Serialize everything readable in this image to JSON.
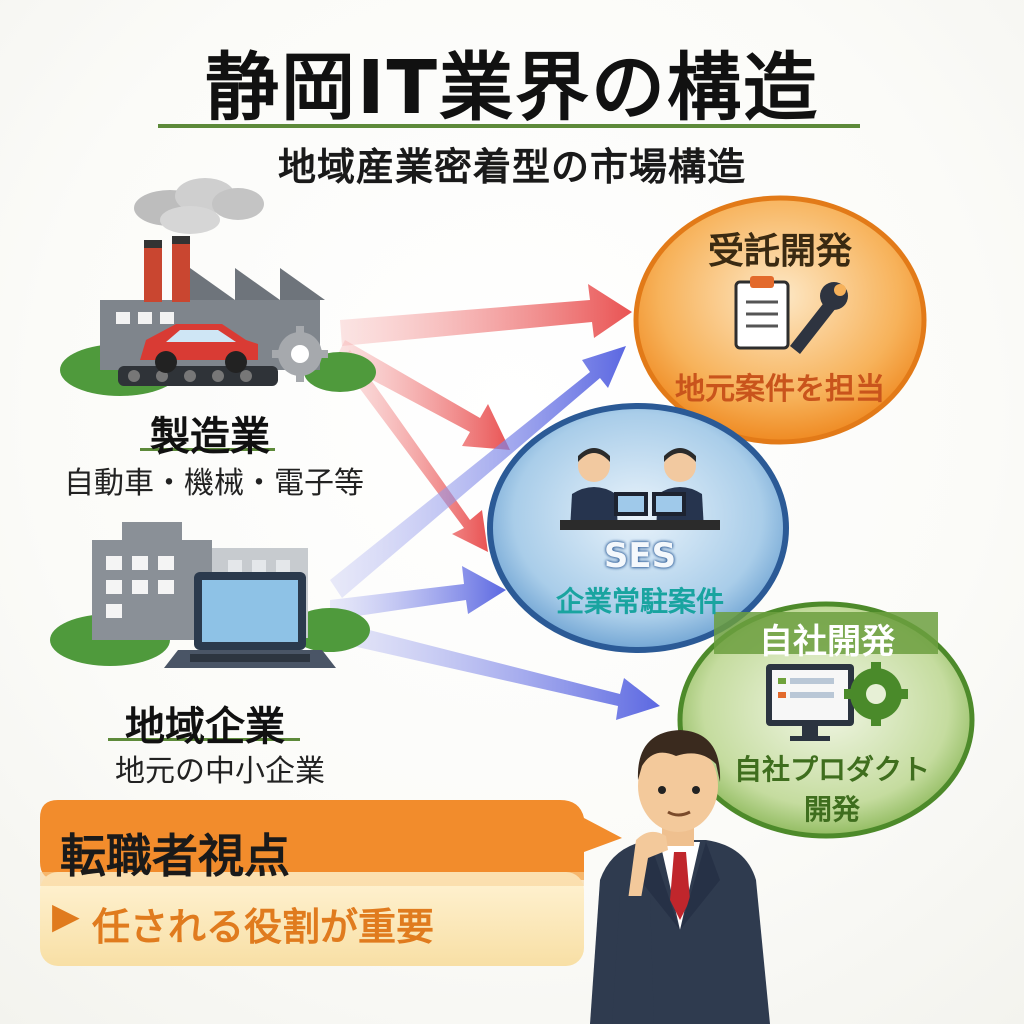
{
  "title": "静岡IT業界の構造",
  "subtitle": "地域産業密着型の市場構造",
  "sources": [
    {
      "name": "製造業",
      "description": "自動車・機械・電子等"
    },
    {
      "name": "地域企業",
      "description": "地元の中小企業"
    }
  ],
  "targets": [
    {
      "name": "受託開発",
      "description": "地元案件を担当",
      "color": "#f08a22"
    },
    {
      "name": "SES",
      "description": "企業常駐案件",
      "color": "#2f6fb3"
    },
    {
      "name": "自社開発",
      "description_line1": "自社プロダクト",
      "description_line2": "開発",
      "color": "#6fa23b"
    }
  ],
  "callout": {
    "heading": "転職者視点",
    "marker": "▶",
    "body": "任される役割が重要",
    "color": "#f28c2c"
  },
  "colors": {
    "arrow_red": "#ee5a5a",
    "arrow_blue": "#6a73e0",
    "accent_green": "#5d8a3a"
  }
}
